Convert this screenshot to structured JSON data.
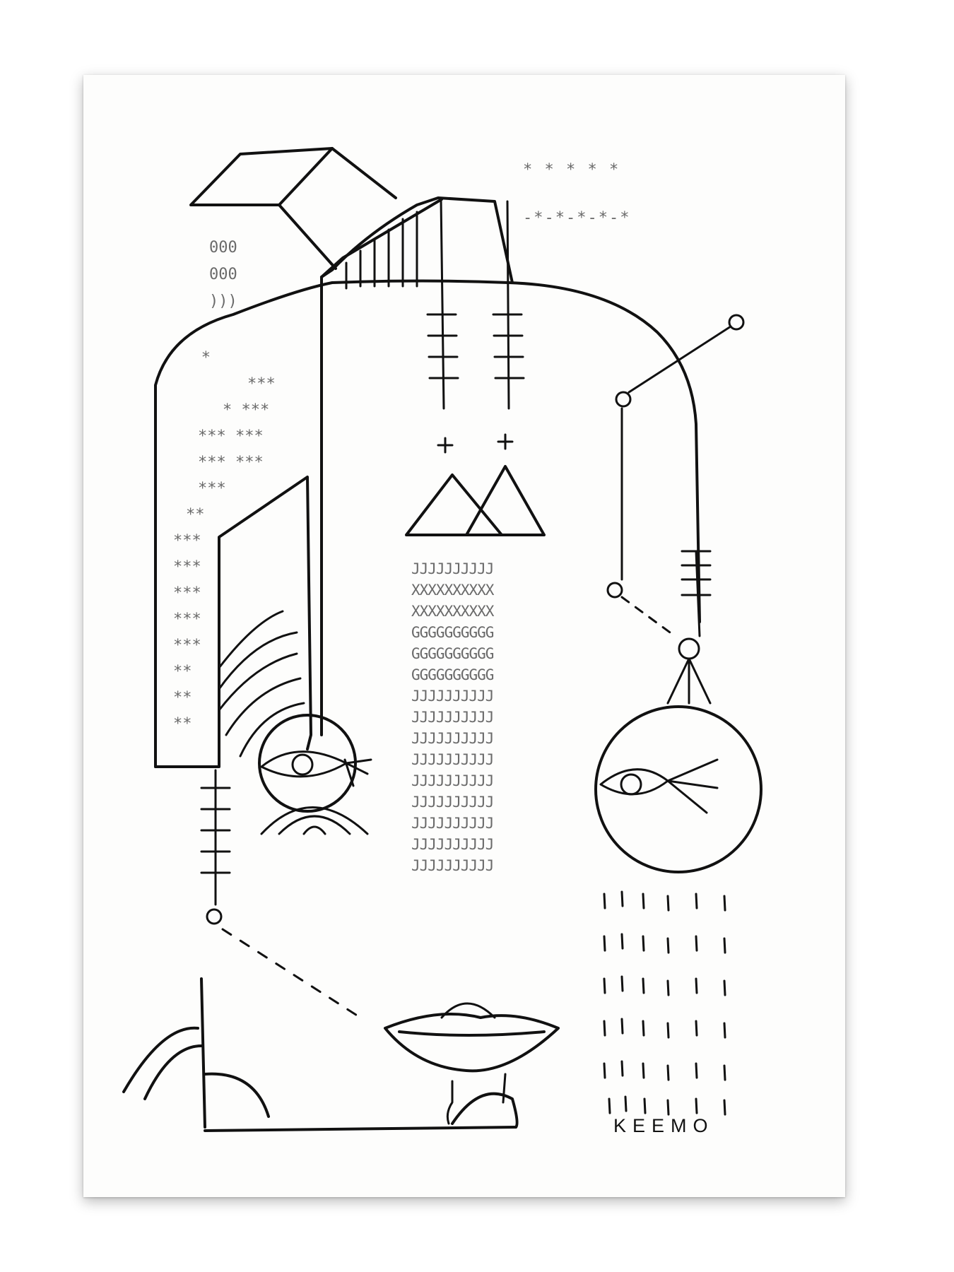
{
  "artwork": {
    "signature": "KEEMO",
    "typed_top": [
      "* * * * *",
      "-*-*-*-*-*"
    ],
    "typed_left": [
      "000",
      "000",
      ")))"
    ],
    "typed_asterisks": [
      "   *",
      "***",
      "* ***",
      "*** ***",
      "*** ***",
      "***",
      "**",
      "***",
      "***",
      "***",
      "***",
      "***",
      "**",
      "**",
      "**"
    ],
    "typed_column": [
      "JJJJJJJJJJ",
      "XXXXXXXXXX",
      "XXXXXXXXXX",
      "GGGGGGGGGG",
      "GGGGGGGGGG",
      "GGGGGGGGGG",
      "JJJJJJJJJJ",
      "JJJJJJJJJJ",
      "JJJJJJJJJJ",
      "JJJJJJJJJJ",
      "JJJJJJJJJJ",
      "JJJJJJJJJJ",
      "JJJJJJJJJJ",
      "JJJJJJJJJJ",
      "JJJJJJJJJJ"
    ],
    "ink_color": "#111111",
    "typewriter_color": "#6a6a6a"
  }
}
